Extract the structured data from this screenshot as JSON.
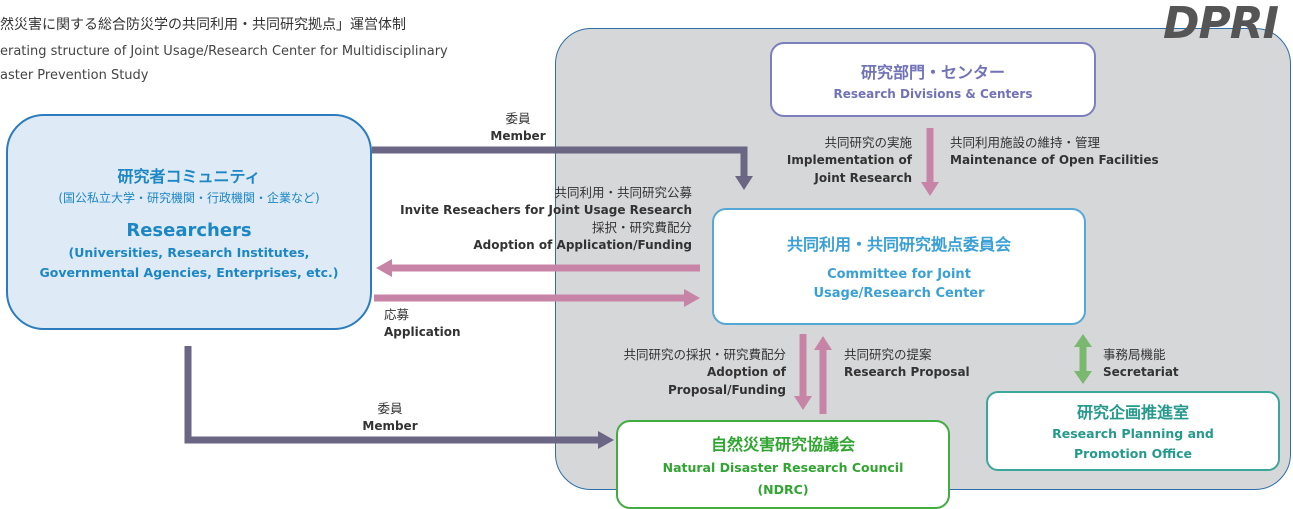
{
  "header": {
    "title_jp": "然災害に関する総合防災学の共同利用・共同研究拠点」運営体制",
    "title_en_line1": "erating structure of Joint Usage/Research Center for Multidisciplinary",
    "title_en_line2": "aster Prevention Study",
    "logo": "DPRI"
  },
  "boxes": {
    "researchers": {
      "jp": "研究者コミュニティ",
      "jp_sub": "(国公私立大学・研究機関・行政機関・企業など)",
      "en": "Researchers",
      "en_sub_line1": "(Universities, Research Institutes,",
      "en_sub_line2": "Governmental Agencies, Enterprises, etc.)"
    },
    "research_divisions": {
      "jp": "研究部門・センター",
      "en": "Research Divisions & Centers"
    },
    "committee": {
      "jp": "共同利用・共同研究拠点委員会",
      "en": "Committee for Joint Usage/Research Center"
    },
    "ndrc": {
      "jp": "自然災害研究協議会",
      "en_line1": "Natural Disaster Research Council",
      "en_line2": "(NDRC)"
    },
    "rppo": {
      "jp": "研究企画推進室",
      "en_line1": "Research Planning and",
      "en_line2": "Promotion Office"
    }
  },
  "labels": {
    "member_top": {
      "jp": "委員",
      "en": "Member"
    },
    "member_bottom": {
      "jp": "委員",
      "en": "Member"
    },
    "invite": {
      "jp": "共同利用・共同研究公募",
      "en": "Invite Reseachers for Joint Usage Research"
    },
    "adoption_funding": {
      "jp": "採択・研究費配分",
      "en": "Adoption of Application/Funding"
    },
    "application": {
      "jp": "応募",
      "en": "Application"
    },
    "implementation": {
      "jp": "共同研究の実施",
      "en_line1": "Implementation of",
      "en_line2": "Joint Research"
    },
    "maintenance": {
      "jp": "共同利用施設の維持・管理",
      "en": "Maintenance of Open Facilities"
    },
    "adoption_proposal": {
      "jp": "共同研究の採択・研究費配分",
      "en_line1": "Adoption of",
      "en_line2": "Proposal/Funding"
    },
    "research_proposal": {
      "jp": "共同研究の提案",
      "en": "Research Proposal"
    },
    "secretariat": {
      "jp": "事務局機能",
      "en": "Secretariat"
    }
  },
  "colors": {
    "member_arrow": "#6a6683",
    "funding_arrow": "#c884a6",
    "secretariat_arrow": "#7ab86f",
    "panel": "#d6d7d9"
  }
}
